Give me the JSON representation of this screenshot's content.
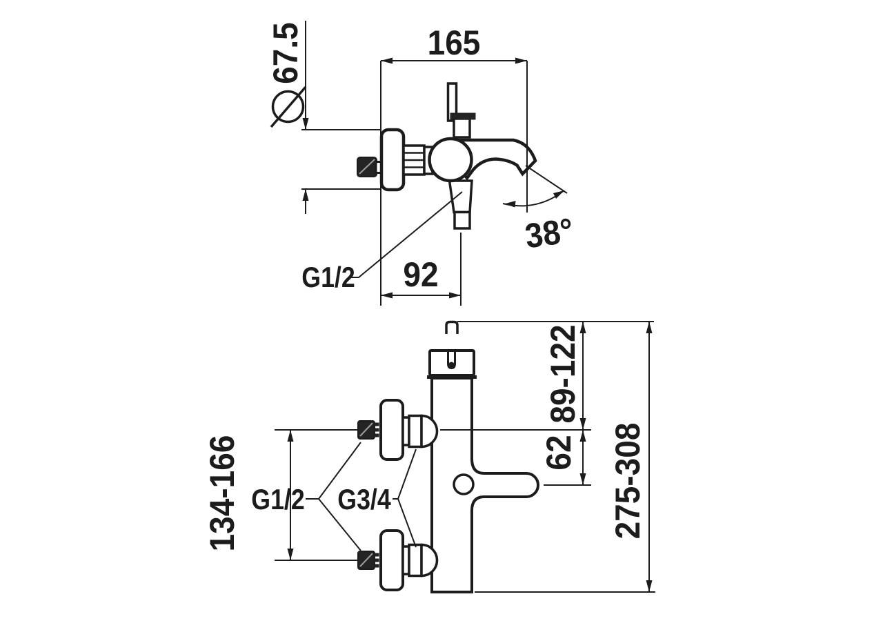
{
  "colors": {
    "background": "#ffffff",
    "ink": "#1c1c1c",
    "fitting_fill": "#242424"
  },
  "side_view": {
    "width_dim": "165",
    "diameter_symbol": "Ø",
    "diameter_dim": "67.5",
    "outlet_thread": "G1/2",
    "spout_reach_dim": "92",
    "spout_angle": "38°"
  },
  "front_view": {
    "connection_spacing_dim": "134-166",
    "wall_connection_thread": "G1/2",
    "union_nut_thread": "G3/4",
    "center_to_spout_dim": "62",
    "top_to_center_dim": "89-122",
    "overall_height_dim": "275-308"
  }
}
